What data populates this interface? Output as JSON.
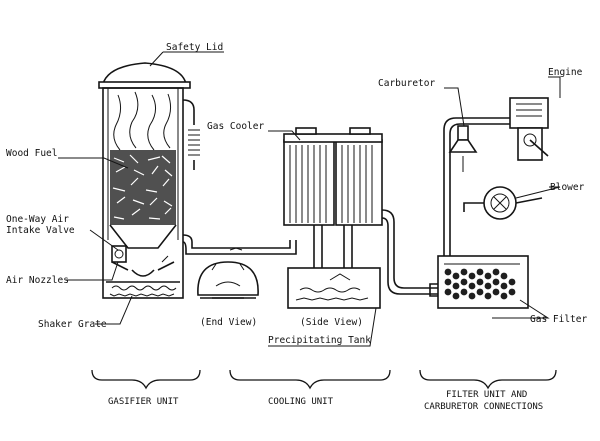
{
  "labels": {
    "safety_lid": "Safety Lid",
    "wood_fuel": "Wood Fuel",
    "intake_valve_1": "One-Way Air",
    "intake_valve_2": "Intake Valve",
    "air_nozzles": "Air Nozzles",
    "shaker_grate": "Shaker Grate",
    "gas_cooler": "Gas Cooler",
    "end_view": "(End View)",
    "side_view": "(Side View)",
    "precipitating_tank": "Precipitating Tank",
    "carburetor": "Carburetor",
    "engine": "Engine",
    "blower": "Blower",
    "gas_filter": "Gas Filter"
  },
  "sections": {
    "gasifier": "GASIFIER UNIT",
    "cooling": "COOLING UNIT",
    "filter_1": "FILTER UNIT AND",
    "filter_2": "CARBURETOR CONNECTIONS"
  },
  "colors": {
    "ink": "#151515",
    "paper": "#ffffff"
  }
}
